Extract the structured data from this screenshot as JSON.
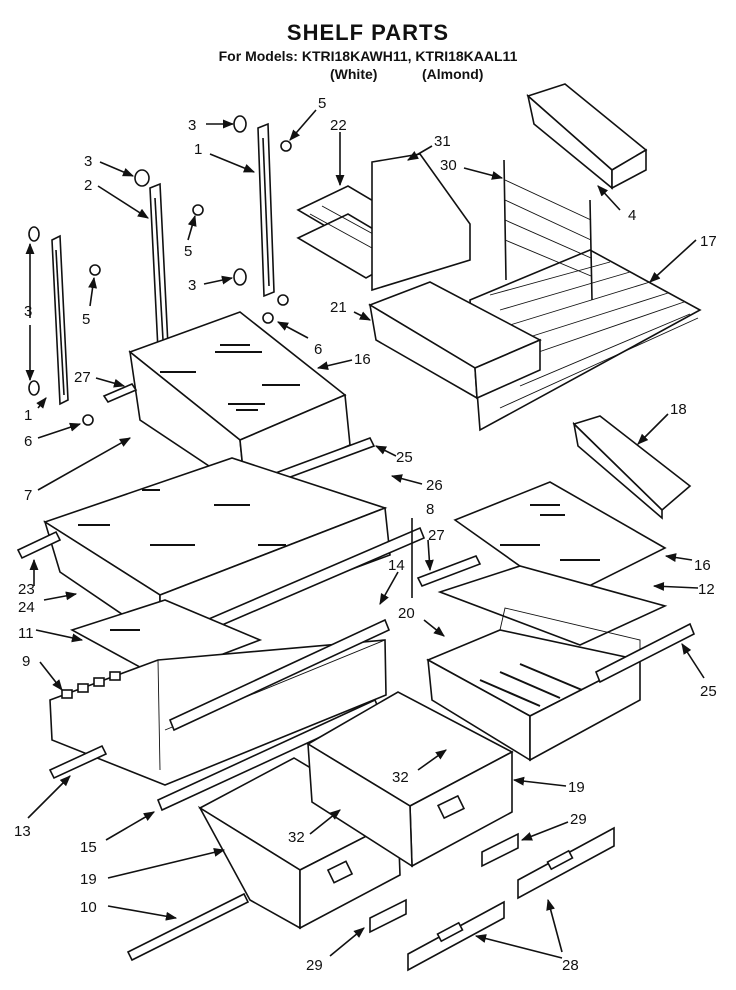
{
  "header": {
    "title": "SHELF PARTS",
    "models_line": "For Models: KTRI18KAWH11, KTRI18KAAL11",
    "variant_white": "(White)",
    "variant_almond": "(Almond)"
  },
  "callouts": [
    {
      "id": "c1",
      "text": "3"
    },
    {
      "id": "c2",
      "text": "5"
    },
    {
      "id": "c3",
      "text": "22"
    },
    {
      "id": "c4",
      "text": "31"
    },
    {
      "id": "c5",
      "text": "1"
    },
    {
      "id": "c6",
      "text": "3"
    },
    {
      "id": "c7",
      "text": "30"
    },
    {
      "id": "c8",
      "text": "2"
    },
    {
      "id": "c9",
      "text": "5"
    },
    {
      "id": "c10",
      "text": "4"
    },
    {
      "id": "c11",
      "text": "17"
    },
    {
      "id": "c12",
      "text": "3"
    },
    {
      "id": "c13",
      "text": "3"
    },
    {
      "id": "c14",
      "text": "21"
    },
    {
      "id": "c15",
      "text": "5"
    },
    {
      "id": "c16",
      "text": "6"
    },
    {
      "id": "c17",
      "text": "16"
    },
    {
      "id": "c18",
      "text": "27"
    },
    {
      "id": "c19",
      "text": "1"
    },
    {
      "id": "c20",
      "text": "18"
    },
    {
      "id": "c21",
      "text": "6"
    },
    {
      "id": "c22",
      "text": "25"
    },
    {
      "id": "c23",
      "text": "7"
    },
    {
      "id": "c24",
      "text": "26"
    },
    {
      "id": "c25",
      "text": "8"
    },
    {
      "id": "c26",
      "text": "27"
    },
    {
      "id": "c27",
      "text": "16"
    },
    {
      "id": "c28",
      "text": "23"
    },
    {
      "id": "c29",
      "text": "24"
    },
    {
      "id": "c30",
      "text": "12"
    },
    {
      "id": "c31",
      "text": "14"
    },
    {
      "id": "c32",
      "text": "11"
    },
    {
      "id": "c33",
      "text": "20"
    },
    {
      "id": "c34",
      "text": "9"
    },
    {
      "id": "c35",
      "text": "25"
    },
    {
      "id": "c36",
      "text": "32"
    },
    {
      "id": "c37",
      "text": "19"
    },
    {
      "id": "c38",
      "text": "13"
    },
    {
      "id": "c39",
      "text": "32"
    },
    {
      "id": "c40",
      "text": "29"
    },
    {
      "id": "c41",
      "text": "15"
    },
    {
      "id": "c42",
      "text": "19"
    },
    {
      "id": "c43",
      "text": "10"
    },
    {
      "id": "c44",
      "text": "28"
    },
    {
      "id": "c45",
      "text": "29"
    }
  ]
}
